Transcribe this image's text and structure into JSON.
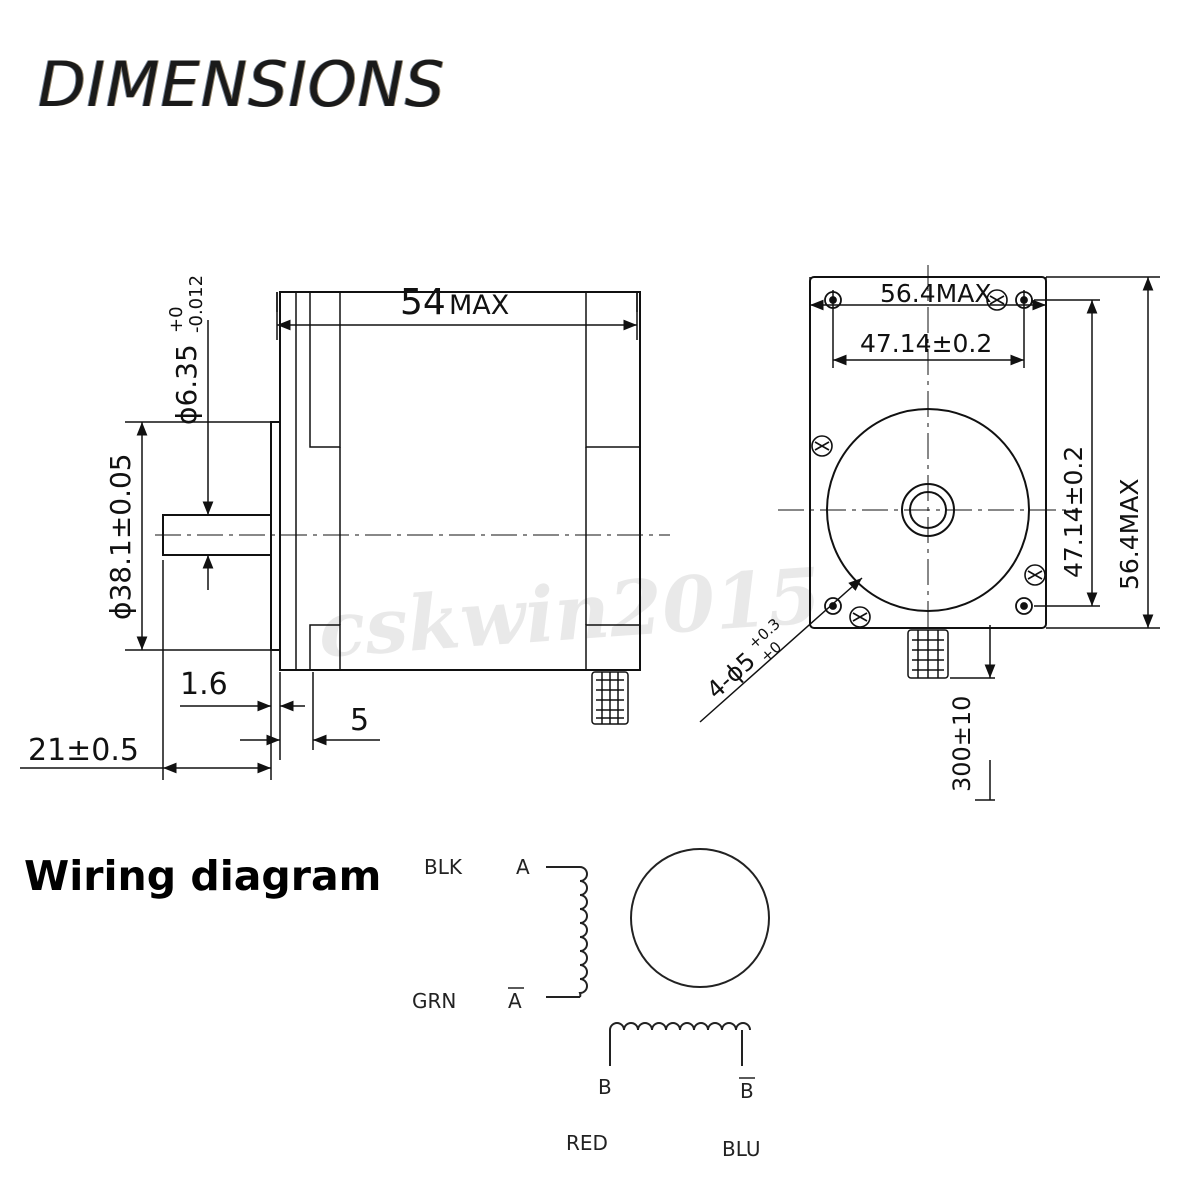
{
  "title": "DIMENSIONS",
  "watermark": "cskwin2015",
  "side_view": {
    "shaft_diameter": {
      "main": "ϕ6.35",
      "upper": "+0",
      "lower": "-0.012"
    },
    "boss_diameter": "ϕ38.1±0.05",
    "length": {
      "value": "54",
      "suffix": "MAX"
    },
    "flange": "1.6",
    "boss_depth": "5",
    "shaft_length": "21±0.5"
  },
  "front_view": {
    "width_max": "56.4MAX",
    "hole_spacing_h": "47.14±0.2",
    "hole_spacing_v": "47.14±0.2",
    "height_max": "56.4MAX",
    "holes": {
      "main": "4-ϕ5",
      "upper": "+0.3",
      "lower": "+0"
    },
    "lead_length": "300±10"
  },
  "wiring": {
    "title": "Wiring diagram",
    "labels": {
      "blk": "BLK",
      "grn": "GRN",
      "red": "RED",
      "blu": "BLU",
      "a": "A",
      "a_bar": "A",
      "b": "B",
      "b_bar": "B"
    }
  }
}
